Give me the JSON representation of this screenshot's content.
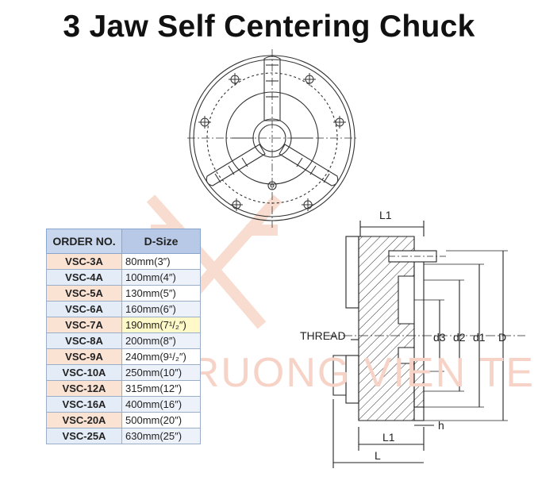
{
  "title": "3 Jaw Self Centering Chuck",
  "watermark": "TRUONG VIEN TEK",
  "table": {
    "headers": [
      "ORDER NO.",
      "D-Size"
    ],
    "rows": [
      {
        "order": "VSC-3A",
        "size": "80mm(3″)"
      },
      {
        "order": "VSC-4A",
        "size": "100mm(4″)"
      },
      {
        "order": "VSC-5A",
        "size": "130mm(5″)"
      },
      {
        "order": "VSC-6A",
        "size": "160mm(6″)"
      },
      {
        "order": "VSC-7A",
        "size": "190mm(7¹/₂″)"
      },
      {
        "order": "VSC-8A",
        "size": "200mm(8″)"
      },
      {
        "order": "VSC-9A",
        "size": "240mm(9¹/₂″)"
      },
      {
        "order": "VSC-10A",
        "size": "250mm(10″)"
      },
      {
        "order": "VSC-12A",
        "size": "315mm(12″)"
      },
      {
        "order": "VSC-16A",
        "size": "400mm(16″)"
      },
      {
        "order": "VSC-20A",
        "size": "500mm(20″)"
      },
      {
        "order": "VSC-25A",
        "size": "630mm(25″)"
      }
    ]
  },
  "diagram": {
    "labels": {
      "l1_top": "L1",
      "thread": "THREAD",
      "d3": "d3",
      "d2": "d2",
      "d1": "d1",
      "D": "D",
      "h": "h",
      "l1_bottom": "L1",
      "L": "L"
    }
  },
  "colors": {
    "header_order": "#c9d7ee",
    "header_size": "#b7c9e7",
    "order_cell": "#fbe3d4",
    "alt_row": "#e4ecf7",
    "highlight": "#fff9c9",
    "watermark": "#f6d3c6"
  }
}
